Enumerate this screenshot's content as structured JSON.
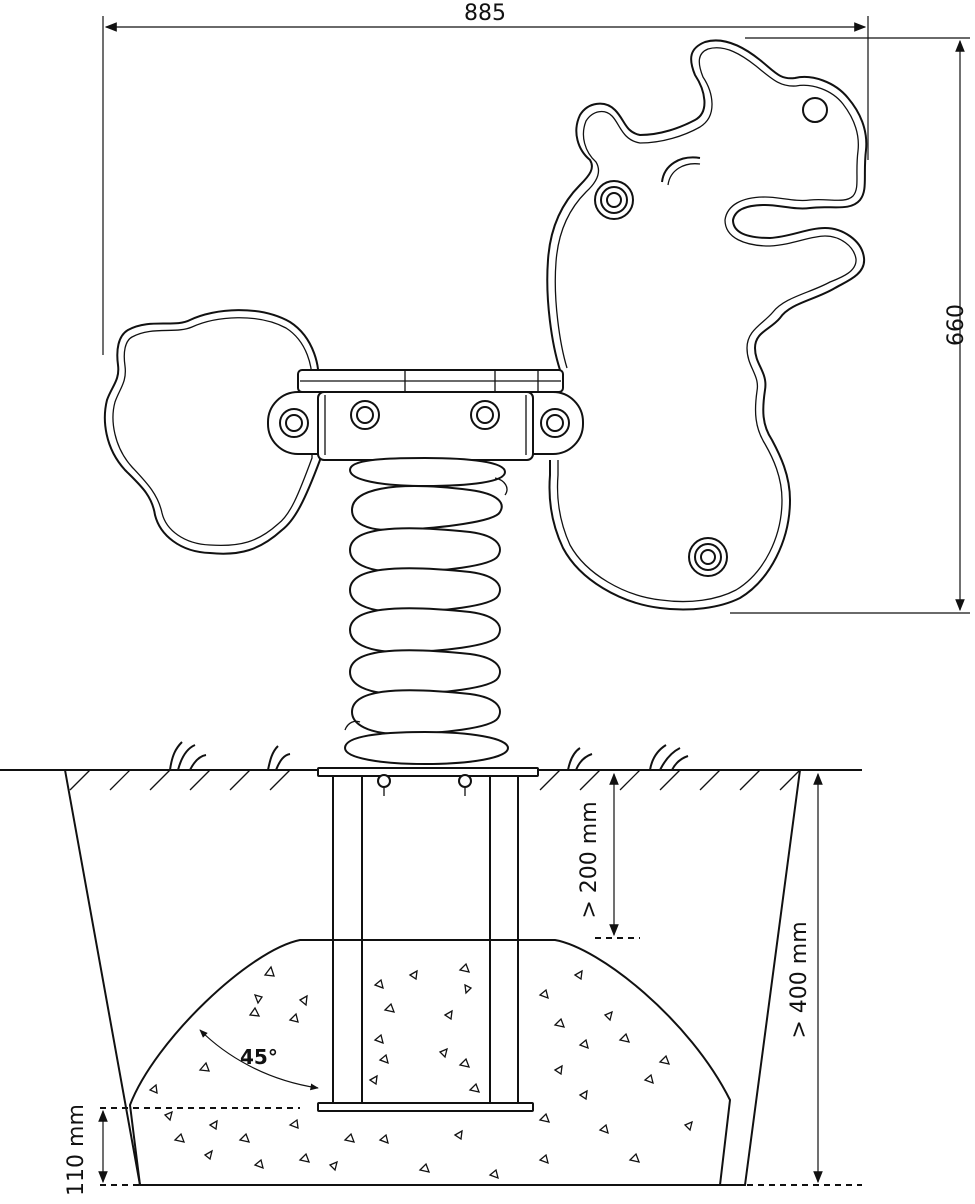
{
  "dimensions": {
    "width": "885",
    "height": "660",
    "min_depth_200": "> 200 mm",
    "min_depth_400": "> 400 mm",
    "angle": "45°",
    "base_110": "110 mm"
  },
  "colors": {
    "line": "#111111",
    "background": "#ffffff"
  }
}
